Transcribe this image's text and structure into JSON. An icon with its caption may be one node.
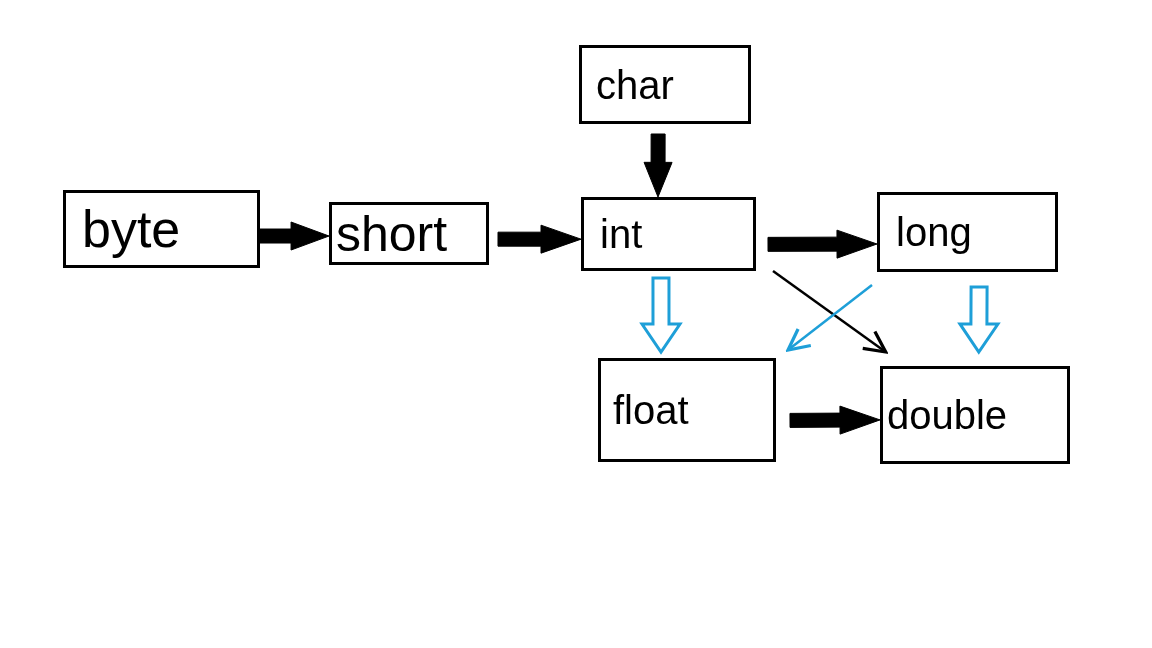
{
  "diagram": {
    "nodes": [
      {
        "text": [
          "byte"
        ]
      },
      {
        "text": [
          "short"
        ]
      },
      {
        "text": [
          "char"
        ]
      },
      {
        "text": [
          "int"
        ]
      },
      {
        "text": [
          "long"
        ]
      },
      {
        "text": [
          "float"
        ]
      },
      {
        "text": [
          "double"
        ]
      }
    ],
    "edges": [
      {
        "from": 0,
        "to": 1,
        "arrow": "to",
        "style": "thick"
      },
      {
        "from": 1,
        "to": 3,
        "arrow": "to",
        "style": "thick"
      },
      {
        "from": 2,
        "to": 3,
        "arrow": "to",
        "style": "thick"
      },
      {
        "from": 3,
        "to": 4,
        "arrow": "to",
        "style": "thick"
      },
      {
        "from": 3,
        "to": 5,
        "arrow": "to",
        "style": "thick",
        "color": "#1e9fd8"
      },
      {
        "from": 4,
        "to": 6,
        "arrow": "to",
        "style": "thick",
        "color": "#1e9fd8"
      },
      {
        "from": 3,
        "to": 6,
        "arrow": "to"
      },
      {
        "from": 4,
        "to": 5,
        "arrow": "to",
        "color": "#1e9fd8"
      },
      {
        "from": 5,
        "to": 6,
        "arrow": "to",
        "style": "thick"
      }
    ]
  }
}
